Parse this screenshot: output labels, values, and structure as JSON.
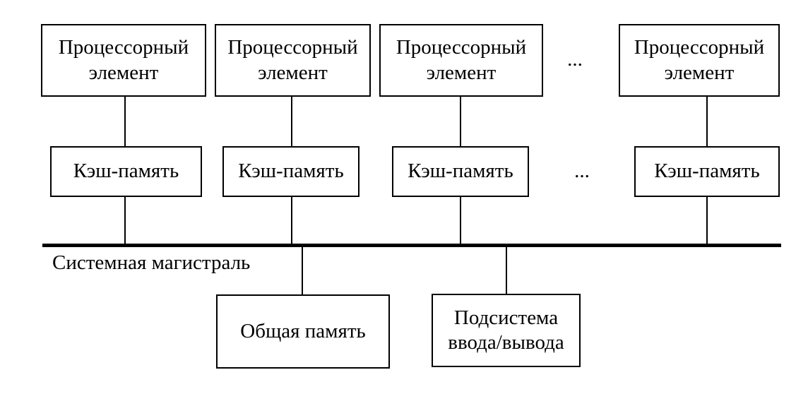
{
  "processor_row": {
    "boxes": [
      "Процессорный элемент",
      "Процессорный элемент",
      "Процессорный элемент",
      "Процессорный элемент"
    ],
    "ellipsis": "..."
  },
  "cache_row": {
    "boxes": [
      "Кэш-память",
      "Кэш-память",
      "Кэш-память",
      "Кэш-память"
    ],
    "ellipsis": "..."
  },
  "bus": {
    "label": "Системная магистраль"
  },
  "bottom_row": {
    "shared_memory": "Общая память",
    "io_subsystem": "Подсистема ввода/вывода"
  },
  "colors": {
    "line": "#000000",
    "background": "#ffffff",
    "text": "#000000"
  }
}
